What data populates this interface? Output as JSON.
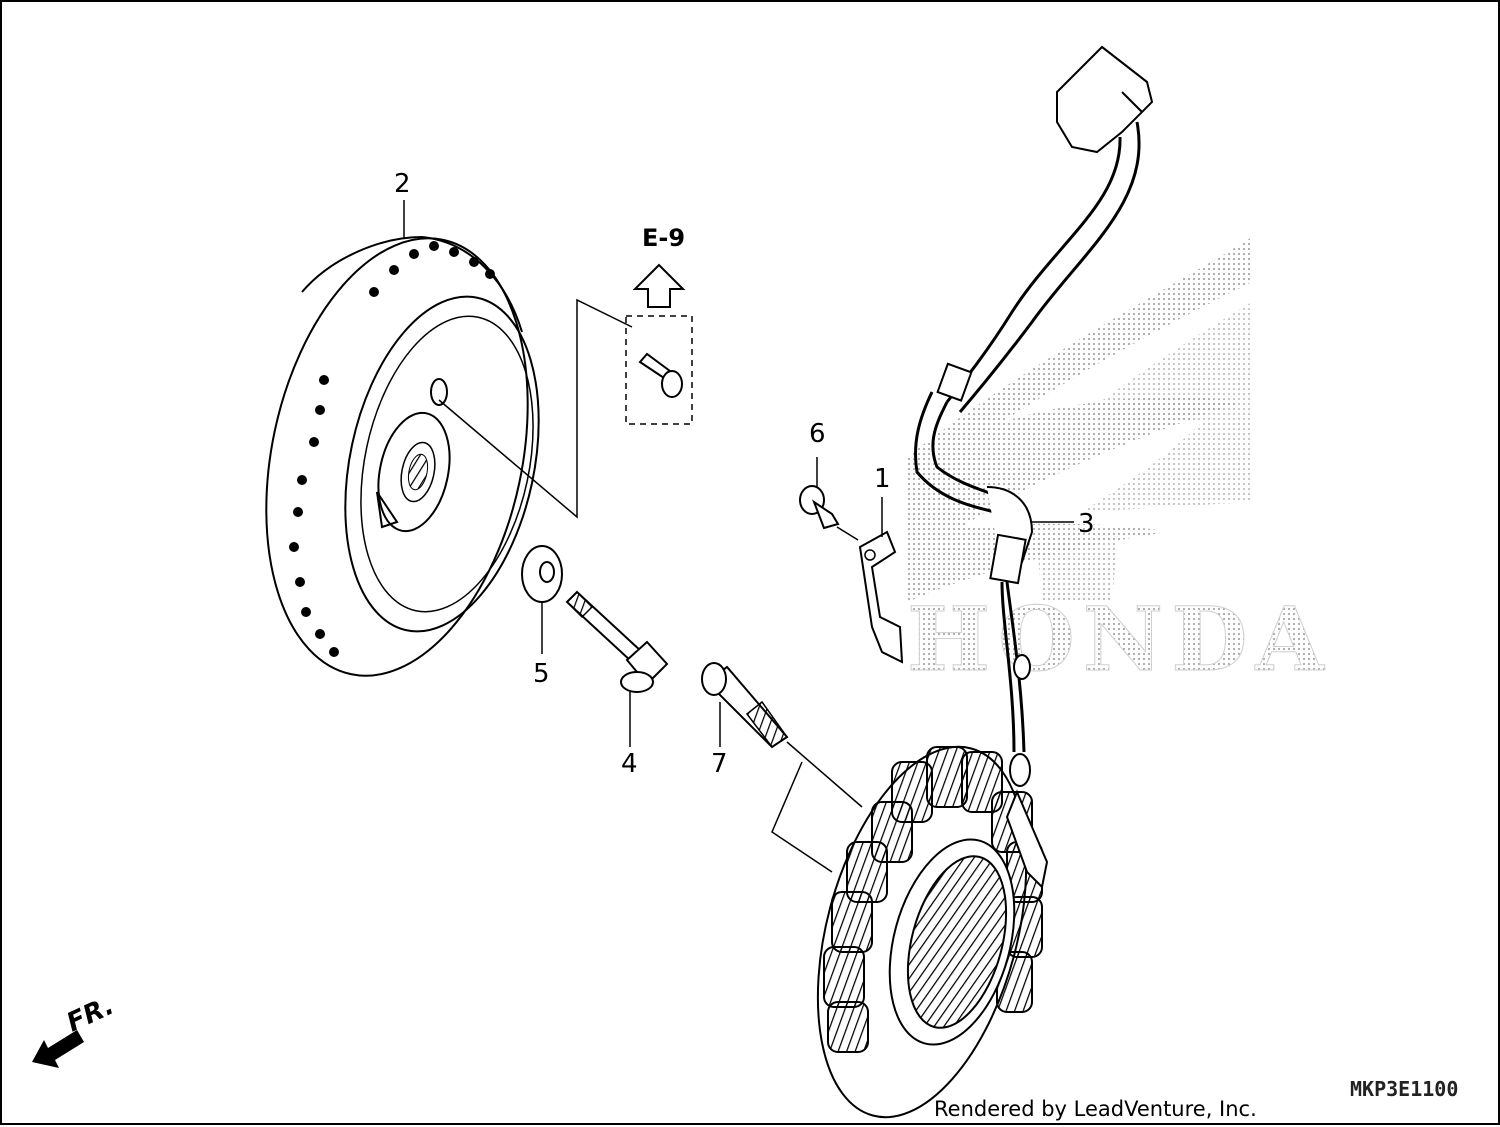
{
  "diagram": {
    "callouts": [
      {
        "id": "1",
        "label": "1"
      },
      {
        "id": "2",
        "label": "2"
      },
      {
        "id": "3",
        "label": "3"
      },
      {
        "id": "4",
        "label": "4"
      },
      {
        "id": "5",
        "label": "5"
      },
      {
        "id": "6",
        "label": "6"
      },
      {
        "id": "7",
        "label": "7"
      }
    ],
    "reference_label": "E-9",
    "direction_label": "FR.",
    "diagram_code": "MKP3E1100",
    "watermark_text": "HONDA",
    "credit": "Rendered by LeadVenture, Inc."
  }
}
